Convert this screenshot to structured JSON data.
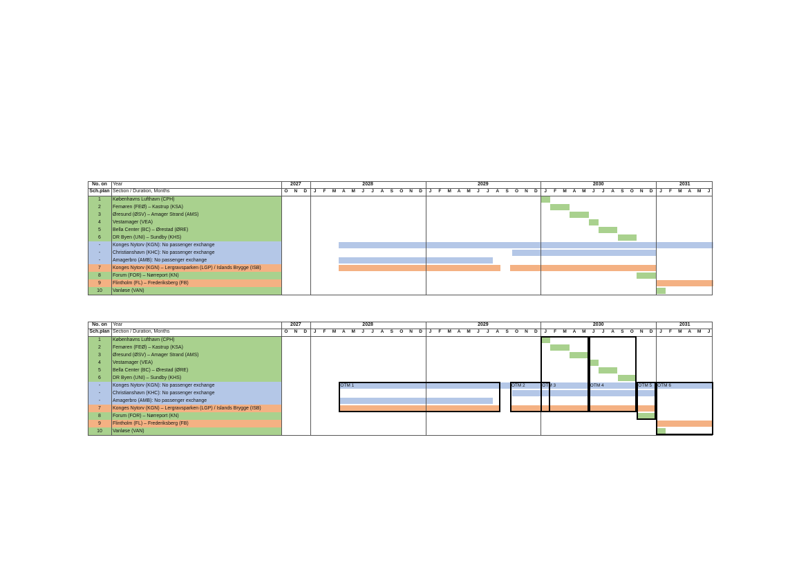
{
  "header": {
    "no_label_1": "No. on",
    "no_label_2": "Sch.plan",
    "year_label": "Year",
    "section_label": "Section / Duration, Months"
  },
  "years": [
    {
      "label": "2027",
      "months": [
        "O",
        "N",
        "D"
      ]
    },
    {
      "label": "2028",
      "months": [
        "J",
        "F",
        "M",
        "A",
        "M",
        "J",
        "J",
        "A",
        "S",
        "O",
        "N",
        "D"
      ]
    },
    {
      "label": "2029",
      "months": [
        "J",
        "F",
        "M",
        "A",
        "M",
        "J",
        "J",
        "A",
        "S",
        "O",
        "N",
        "D"
      ]
    },
    {
      "label": "2030",
      "months": [
        "J",
        "F",
        "M",
        "A",
        "M",
        "J",
        "J",
        "A",
        "S",
        "O",
        "N",
        "D"
      ]
    },
    {
      "label": "2031",
      "months": [
        "J",
        "F",
        "M",
        "A",
        "M",
        "J"
      ]
    }
  ],
  "rows": [
    {
      "no": "1",
      "name": "Københavns Lufthavn (CPH)",
      "color": "#a9d18e"
    },
    {
      "no": "2",
      "name": "Femøren (FEØ) – Kastrup (KSA)",
      "color": "#a9d18e"
    },
    {
      "no": "3",
      "name": "Øresund (ØSV) – Amager Strand (AMS)",
      "color": "#a9d18e"
    },
    {
      "no": "4",
      "name": "Vestamager (VEA)",
      "color": "#a9d18e"
    },
    {
      "no": "5",
      "name": "Bella Center (BC) – Ørestad (ØRE)",
      "color": "#a9d18e"
    },
    {
      "no": "6",
      "name": "DR Byen (UNI) – Sundby (KHS)",
      "color": "#a9d18e"
    },
    {
      "no": "-",
      "name": "Konges Nytorv (KGN): No passenger exchange",
      "color": "#b4c7e7"
    },
    {
      "no": "-",
      "name": "Christianshavn (KHC): No passenger exchange",
      "color": "#b4c7e7"
    },
    {
      "no": "-",
      "name": "Amagerbro (AMB): No passenger exchange",
      "color": "#b4c7e7"
    },
    {
      "no": "7",
      "name": "Konges Nytorv (KGN) – Lergravsparken (LGP) / Islands Brygge (ISB)",
      "color": "#f4b183"
    },
    {
      "no": "8",
      "name": "Forum (FOR) – Nørreport (KN)",
      "color": "#a9d18e"
    },
    {
      "no": "9",
      "name": "Flintholm (FL) – Frederiksberg (FB)",
      "color": "#f4b183"
    },
    {
      "no": "10",
      "name": "Vanløse (VAN)",
      "color": "#a9d18e"
    }
  ],
  "bars": [
    {
      "row": 0,
      "start": 27,
      "end": 28
    },
    {
      "row": 1,
      "start": 28,
      "end": 30
    },
    {
      "row": 2,
      "start": 30,
      "end": 32
    },
    {
      "row": 3,
      "start": 32,
      "end": 33
    },
    {
      "row": 4,
      "start": 33,
      "end": 35
    },
    {
      "row": 5,
      "start": 35,
      "end": 37
    },
    {
      "row": 6,
      "start": 6,
      "end": 45
    },
    {
      "row": 7,
      "start": 24,
      "end": 39
    },
    {
      "row": 8,
      "start": 6,
      "end": 22
    },
    {
      "row": 9,
      "start": 6,
      "end": 22.8
    },
    {
      "row": 9,
      "start": 23.8,
      "end": 39
    },
    {
      "row": 10,
      "start": 37,
      "end": 39
    },
    {
      "row": 11,
      "start": 39,
      "end": 45
    },
    {
      "row": 12,
      "start": 39,
      "end": 40
    }
  ],
  "otm_boxes": [
    {
      "label": "OTM 1",
      "start": 6,
      "end": 22.8,
      "row_start": 6,
      "row_end": 10
    },
    {
      "label": "OTM 2",
      "start": 23.8,
      "end": 28,
      "row_start": 6,
      "row_end": 10
    },
    {
      "label": "OTM 3",
      "start": 27,
      "end": 32,
      "row_start": 0,
      "row_end": 10
    },
    {
      "label": "OTM 4",
      "start": 32,
      "end": 37,
      "row_start": 0,
      "row_end": 10
    },
    {
      "label": "OTM 5",
      "start": 37,
      "end": 39,
      "row_start": 6,
      "row_end": 11
    },
    {
      "label": "OTM 6",
      "start": 39,
      "end": 45,
      "row_start": 6,
      "row_end": 13
    }
  ]
}
